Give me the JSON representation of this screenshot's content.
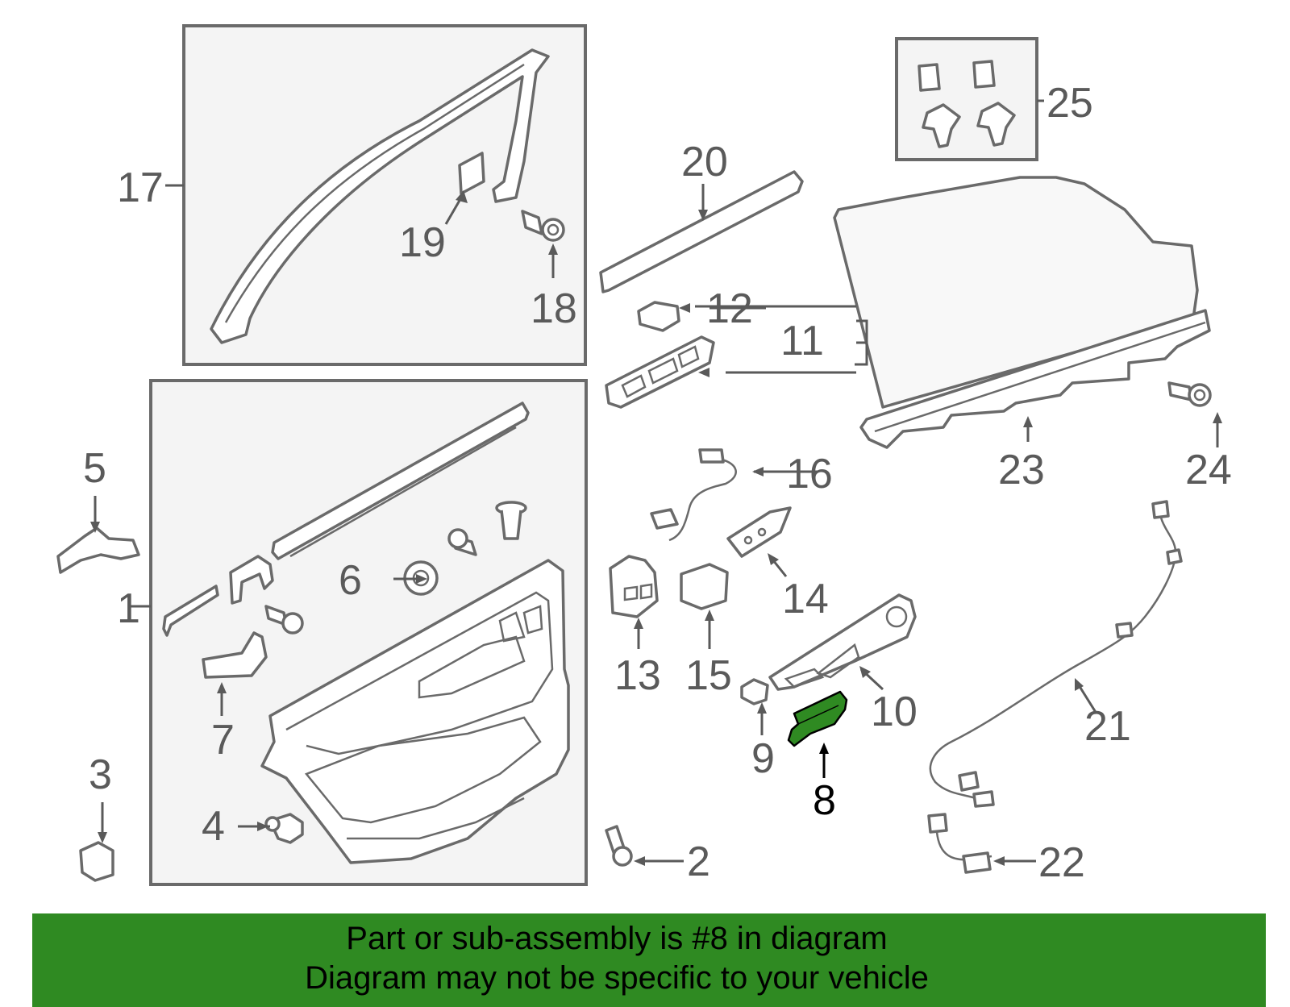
{
  "colors": {
    "highlight": "#2f8a22",
    "banner_bg": "#2f8a22",
    "line": "#6a6a6a",
    "panel_bg": "#f4f4f4"
  },
  "callouts": {
    "c1": "1",
    "c2": "2",
    "c3": "3",
    "c4": "4",
    "c5": "5",
    "c6": "6",
    "c7": "7",
    "c8": "8",
    "c9": "9",
    "c10": "10",
    "c11": "11",
    "c12": "12",
    "c13": "13",
    "c14": "14",
    "c15": "15",
    "c16": "16",
    "c17": "17",
    "c18": "18",
    "c19": "19",
    "c20": "20",
    "c21": "21",
    "c22": "22",
    "c23": "23",
    "c24": "24",
    "c25": "25"
  },
  "highlighted_part": "8",
  "banner": {
    "line1": "Part or sub-assembly is #8 in diagram",
    "line2": "Diagram may not be specific to your vehicle"
  }
}
